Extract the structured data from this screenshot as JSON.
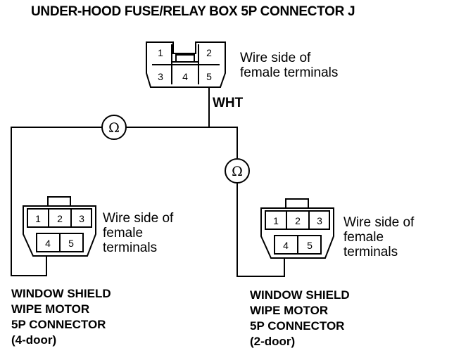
{
  "title": "UNDER-HOOD FUSE/RELAY BOX 5P CONNECTOR J",
  "wire_color": "WHT",
  "meter_symbol": "Ω",
  "connector_j": {
    "pins": [
      "1",
      "2",
      "3",
      "4",
      "5"
    ],
    "note": "Wire side of\nfemale terminals"
  },
  "connector_4door": {
    "pins": [
      "1",
      "2",
      "3",
      "4",
      "5"
    ],
    "note": "Wire side of\nfemale\nterminals",
    "label": "WINDOW SHIELD\nWIPE MOTOR\n5P CONNECTOR\n(4-door)"
  },
  "connector_2door": {
    "pins": [
      "1",
      "2",
      "3",
      "4",
      "5"
    ],
    "note": "Wire side of\nfemale\nterminals",
    "label": "WINDOW SHIELD\nWIPE MOTOR\n5P CONNECTOR\n(2-door)"
  }
}
